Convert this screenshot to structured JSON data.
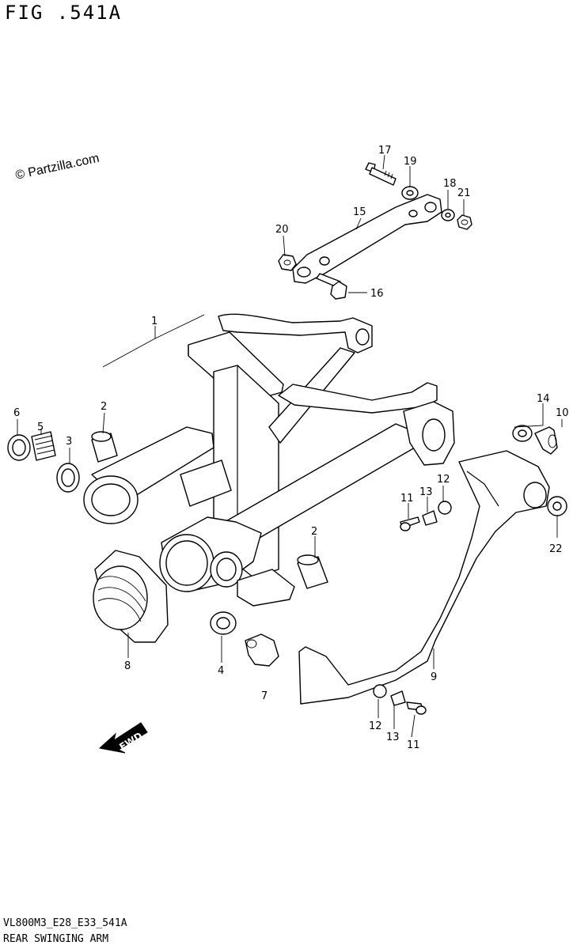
{
  "figure": {
    "title": "FIG .541A",
    "watermark": "© Partzilla.com",
    "footer_code": "VL800M3_E28_E33_541A",
    "footer_name": "REAR SWINGING ARM",
    "fwd_label": "FWD"
  },
  "callouts": [
    {
      "id": "c17",
      "label": "17"
    },
    {
      "id": "c19",
      "label": "19"
    },
    {
      "id": "c18",
      "label": "18"
    },
    {
      "id": "c21",
      "label": "21"
    },
    {
      "id": "c15",
      "label": "15"
    },
    {
      "id": "c20",
      "label": "20"
    },
    {
      "id": "c16",
      "label": "16"
    },
    {
      "id": "c1",
      "label": "1"
    },
    {
      "id": "c2a",
      "label": "2"
    },
    {
      "id": "c6",
      "label": "6"
    },
    {
      "id": "c5",
      "label": "5"
    },
    {
      "id": "c3",
      "label": "3"
    },
    {
      "id": "c14",
      "label": "14"
    },
    {
      "id": "c10",
      "label": "10"
    },
    {
      "id": "c12a",
      "label": "12"
    },
    {
      "id": "c13a",
      "label": "13"
    },
    {
      "id": "c11a",
      "label": "11"
    },
    {
      "id": "c22",
      "label": "22"
    },
    {
      "id": "c2b",
      "label": "2"
    },
    {
      "id": "c8",
      "label": "8"
    },
    {
      "id": "c4",
      "label": "4"
    },
    {
      "id": "c7",
      "label": "7"
    },
    {
      "id": "c9",
      "label": "9"
    },
    {
      "id": "c12b",
      "label": "12"
    },
    {
      "id": "c13b",
      "label": "13"
    },
    {
      "id": "c11b",
      "label": "11"
    }
  ]
}
